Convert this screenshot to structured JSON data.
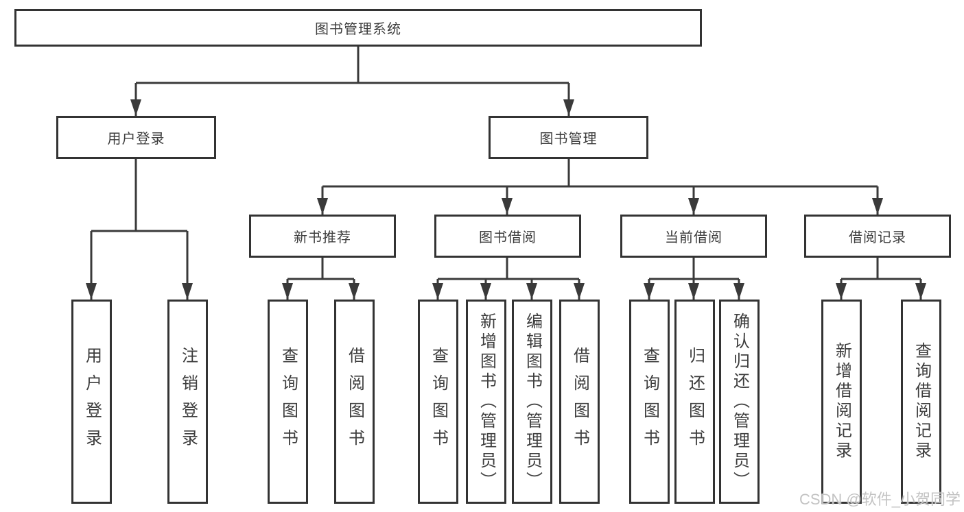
{
  "colors": {
    "line": "#3a3a3a",
    "border": "#333333",
    "text": "#3d3d3d",
    "watermark": "#c3c3c3",
    "background": "#ffffff"
  },
  "watermark": {
    "text": "CSDN @软件_小贺同学"
  },
  "tree": {
    "root": {
      "label": "图书管理系统"
    },
    "level2": [
      {
        "label": "用户登录",
        "children": [
          {
            "label": "用户登录"
          },
          {
            "label": "注销登录"
          }
        ]
      },
      {
        "label": "图书管理",
        "children": [
          {
            "label": "新书推荐",
            "children": [
              {
                "label": "查询图书"
              },
              {
                "label": "借阅图书"
              }
            ]
          },
          {
            "label": "图书借阅",
            "children": [
              {
                "label": "查询图书"
              },
              {
                "label": "新增图书（管理员）"
              },
              {
                "label": "编辑图书（管理员）"
              },
              {
                "label": "借阅图书"
              }
            ]
          },
          {
            "label": "当前借阅",
            "children": [
              {
                "label": "查询图书"
              },
              {
                "label": "归还图书"
              },
              {
                "label": "确认归还（管理员）"
              }
            ]
          },
          {
            "label": "借阅记录",
            "children": [
              {
                "label": "新增借阅记录"
              },
              {
                "label": "查询借阅记录"
              }
            ]
          }
        ]
      }
    ]
  }
}
